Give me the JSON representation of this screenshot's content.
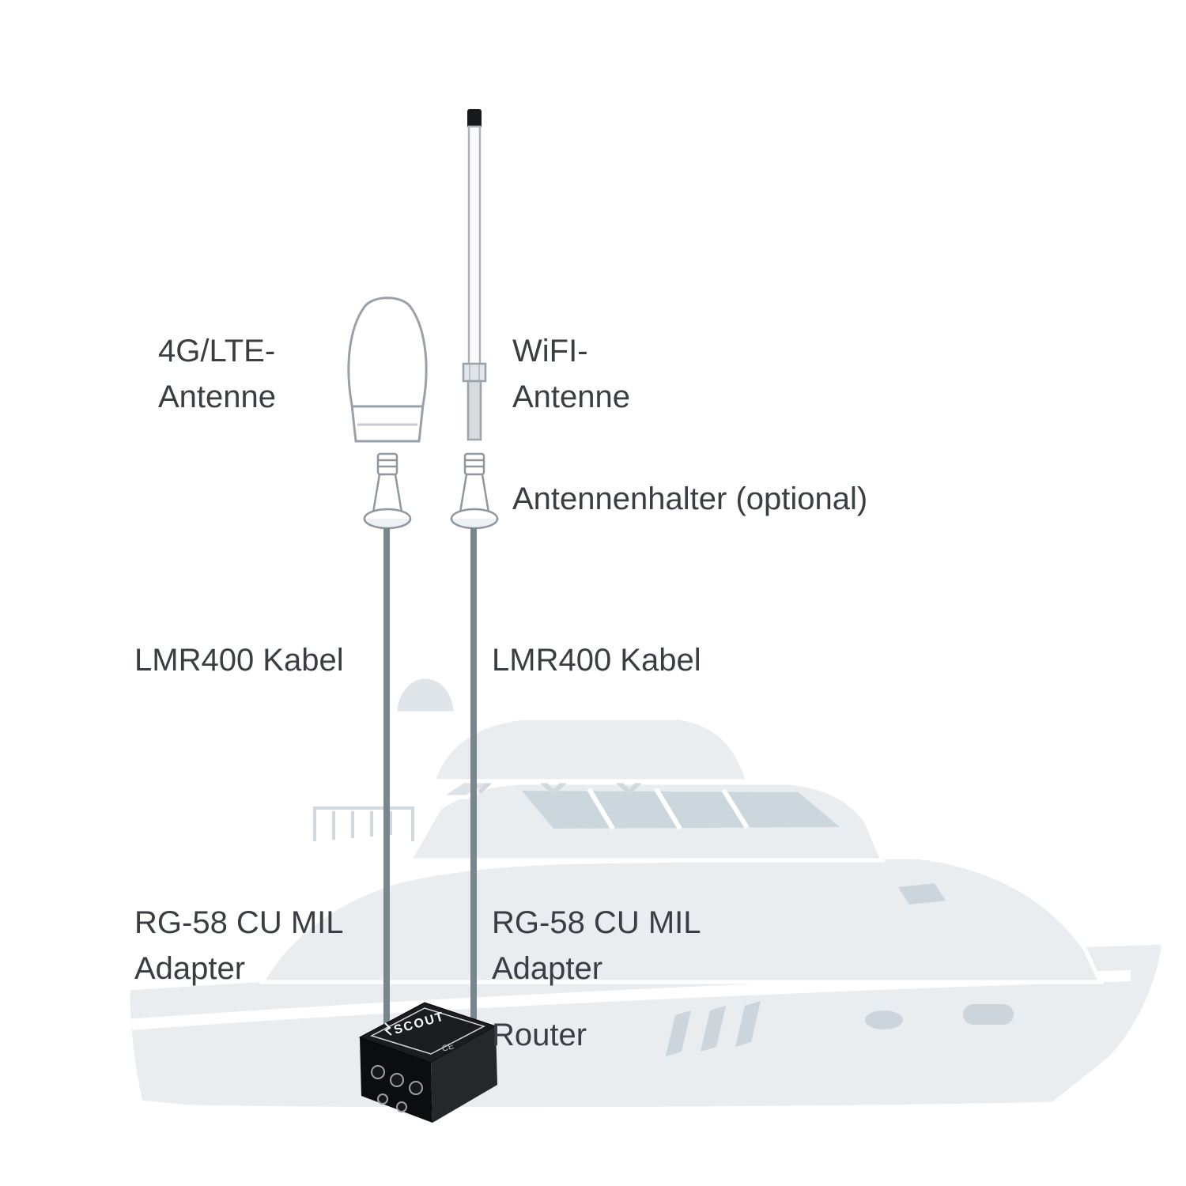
{
  "labels": {
    "lte_antenna": {
      "line1": "4G/LTE-",
      "line2": "Antenne"
    },
    "wifi_antenna": {
      "line1": "WiFI-",
      "line2": "Antenne"
    },
    "antenna_holder": "Antennenhalter (optional)",
    "cable_left": "LMR400 Kabel",
    "cable_right": "LMR400 Kabel",
    "adapter_left": {
      "line1": "RG-58 CU MIL",
      "line2": "Adapter"
    },
    "adapter_right": {
      "line1": "RG-58 CU MIL",
      "line2": "Adapter"
    },
    "router": "Router"
  },
  "device": {
    "brand": "SCOUT",
    "ce_mark": "CE"
  },
  "colors": {
    "text": "#3a3d41",
    "cable": "#78868e",
    "yacht_base": "#e9edf0",
    "yacht_accent": "#ccd6dd",
    "antenna_outline": "#99a2aa",
    "router_body": "#1b1c1f"
  }
}
